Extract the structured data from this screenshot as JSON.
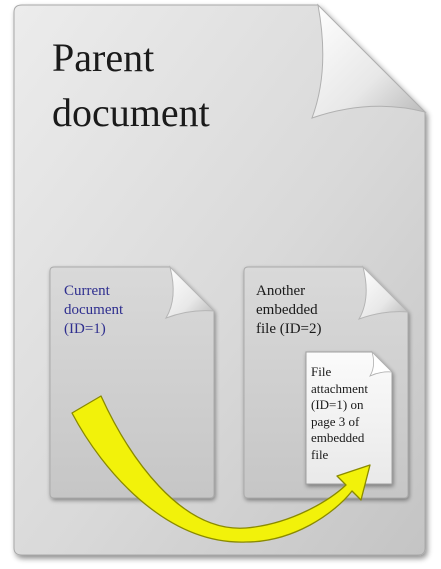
{
  "parent_document": {
    "title": "Parent\ndocument"
  },
  "current_document": {
    "label": "Current\ndocument\n(ID=1)",
    "label_color": "#2f2f8f"
  },
  "embedded_file": {
    "label": "Another\nembedded\nfile (ID=2)"
  },
  "attachment": {
    "label": "File\nattachment\n(ID=1) on\npage 3 of\nembedded\nfile"
  },
  "colors": {
    "document_body": "#d6d6d6",
    "arrow_fill": "#f2f20a",
    "arrow_stroke": "#8a8a00"
  },
  "icons": [
    "document-icon",
    "arrow-icon"
  ]
}
